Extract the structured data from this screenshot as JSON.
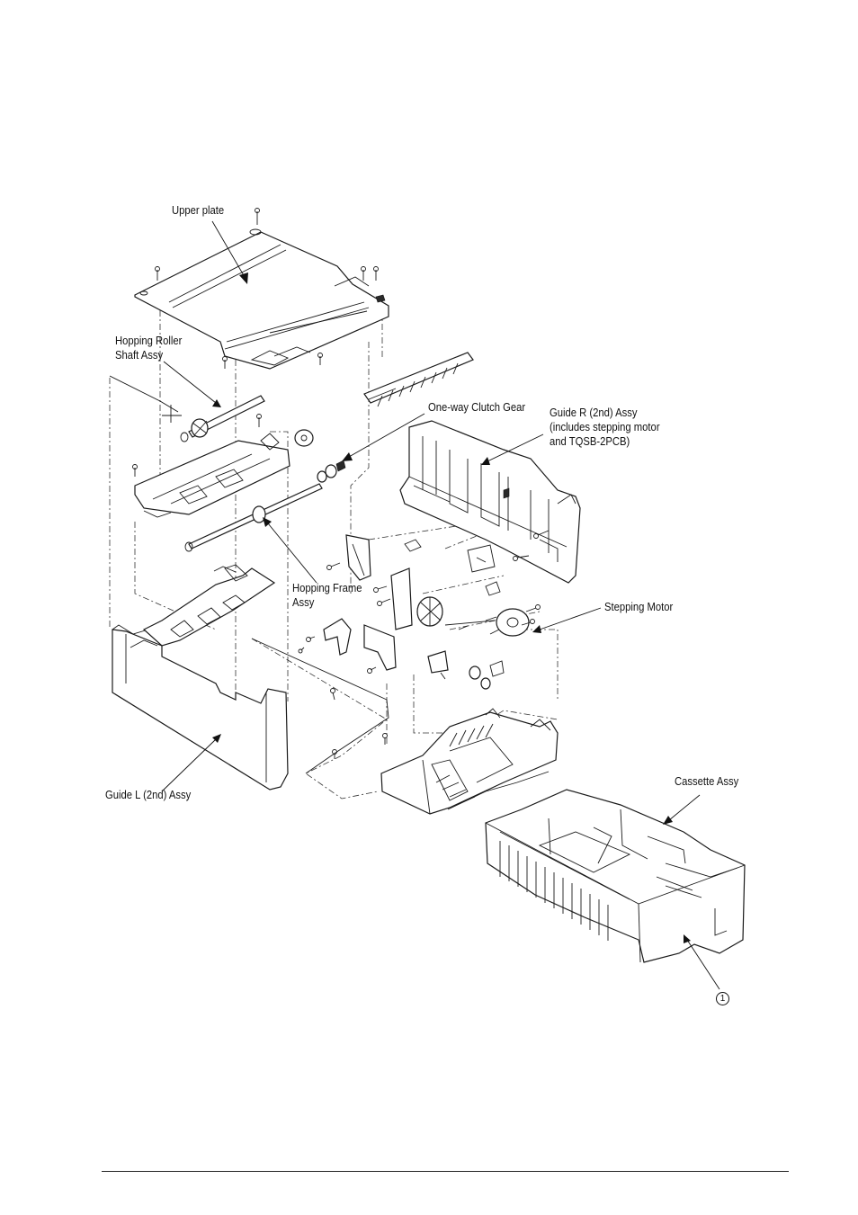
{
  "labels": {
    "upper_plate": "Upper plate",
    "hopping_roller_1": "Hopping Roller",
    "hopping_roller_2": "Shaft Assy",
    "one_way_clutch": "One-way Clutch Gear",
    "guide_r_1": "Guide R (2nd) Assy",
    "guide_r_2": "(includes stepping motor",
    "guide_r_3": "and TQSB-2PCB)",
    "hopping_frame_1": "Hopping Frame",
    "hopping_frame_2": "Assy",
    "stepping_motor": "Stepping Motor",
    "cassette": "Cassette Assy",
    "guide_l": "Guide L (2nd) Assy",
    "callout_1": "1"
  }
}
